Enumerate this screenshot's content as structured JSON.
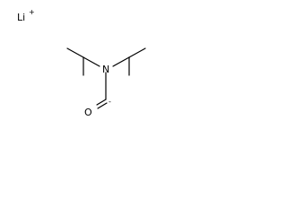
{
  "molecule": {
    "lithium_symbol": "Li",
    "lithium_charge": "+",
    "nitrogen_symbol": "N",
    "oxygen_symbol": "O",
    "carbanion_charge": "-",
    "colors": {
      "bond": "#000000",
      "oxygen": "#ff0000",
      "nitrogen": "#0000ff"
    }
  }
}
